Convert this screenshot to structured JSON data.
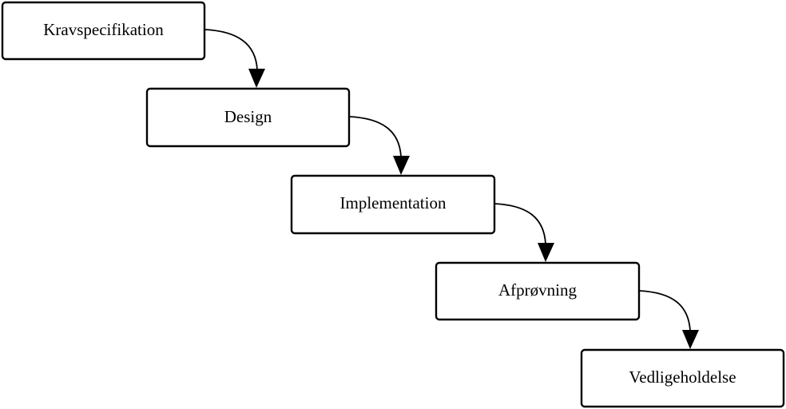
{
  "diagram": {
    "type": "waterfall",
    "stages": [
      {
        "label": "Kravspecifikation"
      },
      {
        "label": "Design"
      },
      {
        "label": "Implementation"
      },
      {
        "label": "Afprøvning"
      },
      {
        "label": "Vedligeholdelse"
      }
    ],
    "colors": {
      "box_fill": "#ffffff",
      "stroke": "#000000",
      "text": "#000000",
      "background": "#ffffff"
    }
  }
}
